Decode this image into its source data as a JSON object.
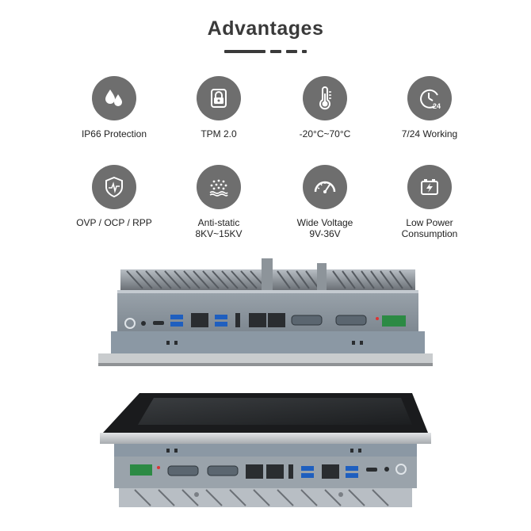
{
  "header": {
    "title": "Advantages"
  },
  "features": [
    {
      "label": "IP66 Protection",
      "icon": "water-drops-icon"
    },
    {
      "label": "TPM 2.0",
      "icon": "lock-shield-icon"
    },
    {
      "label": "-20°C~70°C",
      "icon": "thermometer-icon"
    },
    {
      "label": "7/24 Working",
      "icon": "clock-24-icon"
    },
    {
      "label": "OVP / OCP / RPP",
      "icon": "shield-pulse-icon"
    },
    {
      "label": "Anti-static\n8KV~15KV",
      "icon": "static-dots-icon"
    },
    {
      "label": "Wide Voltage\n9V-36V",
      "icon": "gauge-icon"
    },
    {
      "label": "Low Power\nConsumption",
      "icon": "battery-icon"
    }
  ],
  "colors": {
    "icon_circle": "#6e6e6e",
    "title": "#3a3a3a",
    "background": "#ffffff"
  }
}
